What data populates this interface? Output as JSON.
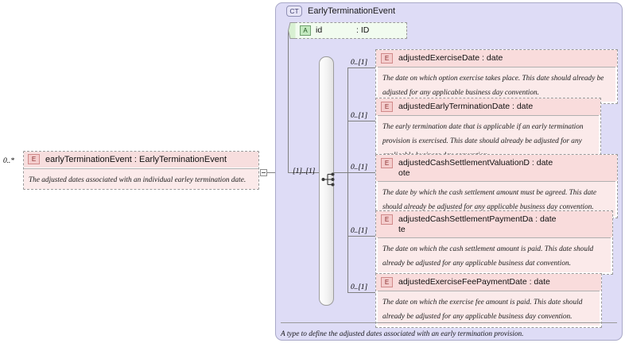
{
  "diagram": {
    "kind": "xsd-schema-diagram",
    "root_element": {
      "badge": "E",
      "cardinality": "0..*",
      "name": "earlyTerminationEvent : EarlyTerminationEvent",
      "description": "The adjusted dates associated with an individual earley termination date."
    },
    "complex_type": {
      "badge": "CT",
      "name": "EarlyTerminationEvent",
      "footer": "A type to define the adjusted dates associated with an early termination provision.",
      "attribute": {
        "badge": "A",
        "name": "id",
        "type": ": ID"
      },
      "compositor": {
        "kind": "sequence-icon",
        "cardinality": "[1]..[1]"
      },
      "children": [
        {
          "badge": "E",
          "cardinality": "0..[1]",
          "name": "adjustedExerciseDate : date",
          "description": "The date on which option exercise takes place. This date should already be adjusted for any applicable business day convention."
        },
        {
          "badge": "E",
          "cardinality": "0..[1]",
          "name": "adjustedEarlyTerminationDate : date",
          "description": "The early termination date that is applicable if an early termination provision is exercised. This date should already be adjusted for any applicable business day convention."
        },
        {
          "badge": "E",
          "cardinality": "0..[1]",
          "name": "adjustedCashSettlementValuationD : date\note",
          "description": "The date by which the cash settlement amount must be agreed. This date should already be adjusted for any applicable business day convention."
        },
        {
          "badge": "E",
          "cardinality": "0..[1]",
          "name": "adjustedCashSettlementPaymentDa : date\nte",
          "description": "The date on which the cash settlement amount is paid. This date should already be adjusted for any applicable business dat convention."
        },
        {
          "badge": "E",
          "cardinality": "0..[1]",
          "name": "adjustedExerciseFeePaymentDate : date",
          "description": "The date on which the exercise fee amount is paid. This date should already be adjusted for any applicable business day convention."
        }
      ]
    },
    "colors": {
      "container_bg": "#dedcf6",
      "container_border": "#a9a9c8",
      "element_head_bg": "#f9dcdc",
      "element_desc_bg": "#fbeaea",
      "attribute_bg": "#f1fbef",
      "connector": "#808080"
    }
  }
}
